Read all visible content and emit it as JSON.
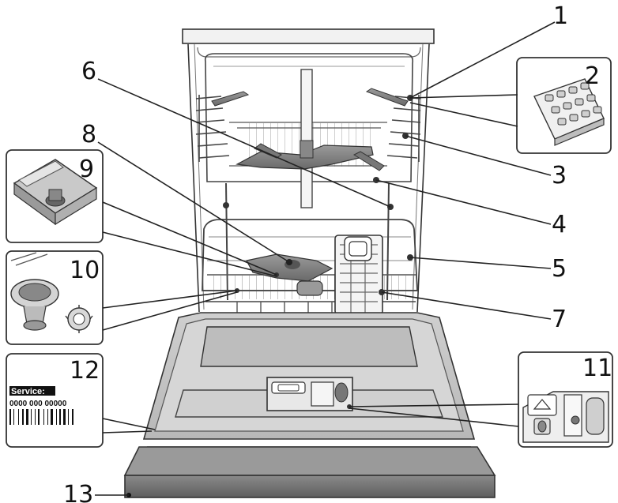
{
  "diagram": {
    "labels": [
      "1",
      "2",
      "3",
      "4",
      "5",
      "6",
      "7",
      "8",
      "9",
      "10",
      "11",
      "12",
      "13"
    ],
    "service_label": "Service:",
    "service_code": "0000 000 00000"
  }
}
